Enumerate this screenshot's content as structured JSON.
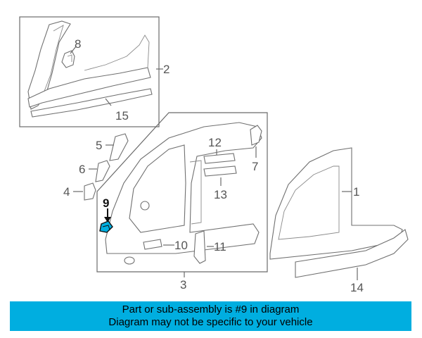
{
  "diagram": {
    "callouts": [
      {
        "id": "c1",
        "text": "1"
      },
      {
        "id": "c2",
        "text": "2"
      },
      {
        "id": "c3",
        "text": "3"
      },
      {
        "id": "c4",
        "text": "4"
      },
      {
        "id": "c5",
        "text": "5"
      },
      {
        "id": "c6",
        "text": "6"
      },
      {
        "id": "c7",
        "text": "7"
      },
      {
        "id": "c8",
        "text": "8"
      },
      {
        "id": "c9",
        "text": "9"
      },
      {
        "id": "c10",
        "text": "10"
      },
      {
        "id": "c11",
        "text": "11"
      },
      {
        "id": "c12",
        "text": "12"
      },
      {
        "id": "c13",
        "text": "13"
      },
      {
        "id": "c14",
        "text": "14"
      },
      {
        "id": "c15",
        "text": "15"
      }
    ],
    "highlighted_part": "9",
    "highlight_color": "#00aee0"
  },
  "banner": {
    "line1": "Part or sub-assembly is #9 in diagram",
    "line2": "Diagram may not be specific to your vehicle",
    "color": "#00aee0"
  }
}
